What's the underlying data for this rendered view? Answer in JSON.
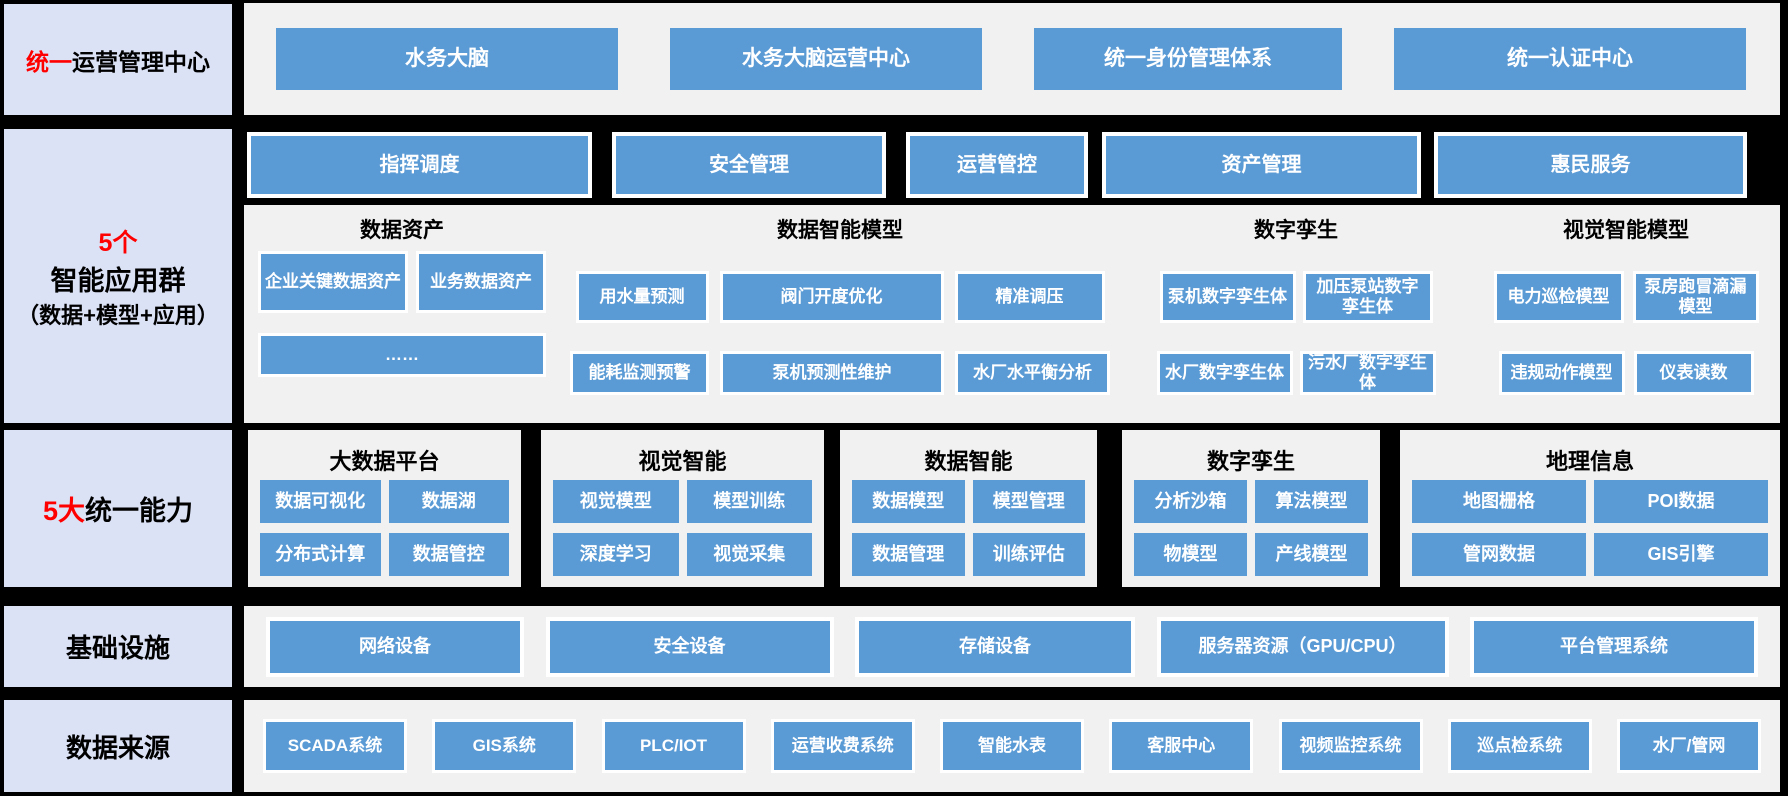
{
  "colors": {
    "accent_blue": "#5b9bd5",
    "panel_bg": "#f1f1f1",
    "label_bg": "#dbe2f6",
    "highlight_red": "#ff0000"
  },
  "sidebar": {
    "ops": {
      "prefix": "统一",
      "rest": "运营管理中心"
    },
    "apps": {
      "line1": "5个",
      "line2": "智能应用群",
      "line3": "（数据+模型+应用）"
    },
    "capabilities": {
      "prefix": "5大",
      "rest": "统一能力"
    },
    "infra": "基础设施",
    "sources": "数据来源"
  },
  "ops_row": {
    "items": [
      "水务大脑",
      "水务大脑运营中心",
      "统一身份管理体系",
      "统一认证中心"
    ]
  },
  "app_band": {
    "apps": [
      "指挥调度",
      "安全管理",
      "运营管控",
      "资产管理",
      "惠民服务"
    ],
    "sections": [
      {
        "title": "数据资产",
        "rows": [
          [
            "企业关键数据资产",
            "业务数据资产"
          ],
          [
            "……"
          ]
        ]
      },
      {
        "title": "数据智能模型",
        "rows": [
          [
            "用水量预测",
            "阀门开度优化",
            "精准调压"
          ],
          [
            "能耗监测预警",
            "泵机预测性维护",
            "水厂水平衡分析"
          ]
        ]
      },
      {
        "title": "数字孪生",
        "rows": [
          [
            "泵机数字孪生体",
            "加压泵站数字孪生体"
          ],
          [
            "水厂数字孪生体",
            "污水厂数字孪生体"
          ]
        ]
      },
      {
        "title": "视觉智能模型",
        "rows": [
          [
            "电力巡检模型",
            "泵房跑冒滴漏模型"
          ],
          [
            "违规动作模型",
            "仪表读数"
          ]
        ]
      }
    ]
  },
  "capability_band": {
    "groups": [
      {
        "title": "大数据平台",
        "items": [
          "数据可视化",
          "数据湖",
          "分布式计算",
          "数据管控"
        ]
      },
      {
        "title": "视觉智能",
        "items": [
          "视觉模型",
          "模型训练",
          "深度学习",
          "视觉采集"
        ]
      },
      {
        "title": "数据智能",
        "items": [
          "数据模型",
          "模型管理",
          "数据管理",
          "训练评估"
        ]
      },
      {
        "title": "数字孪生",
        "items": [
          "分析沙箱",
          "算法模型",
          "物模型",
          "产线模型"
        ]
      },
      {
        "title": "地理信息",
        "items": [
          "地图栅格",
          "POI数据",
          "管网数据",
          "GIS引擎"
        ]
      }
    ]
  },
  "infra_band": {
    "items": [
      "网络设备",
      "安全设备",
      "存储设备",
      "服务器资源（GPU/CPU）",
      "平台管理系统"
    ]
  },
  "source_band": {
    "items": [
      "SCADA系统",
      "GIS系统",
      "PLC/IOT",
      "运营收费系统",
      "智能水表",
      "客服中心",
      "视频监控系统",
      "巡点检系统",
      "水厂/管网"
    ]
  }
}
